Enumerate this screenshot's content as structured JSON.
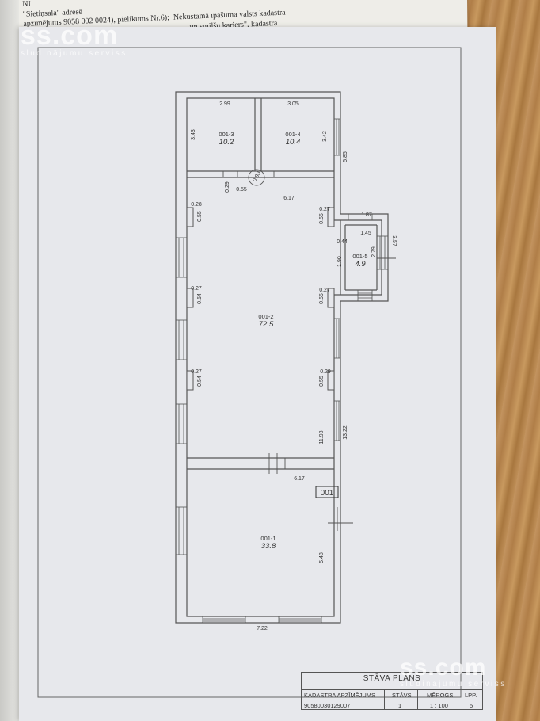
{
  "header_text": [
    "NI",
    "\"Sietiņsala\" adresē",
    "apzīmējums 9058 002 0024), pielikums Nr.6);",
    "Nekustamā īpašuma valsts kadastra",
    "un smilšu karjers\", kadastra"
  ],
  "watermark": {
    "logo": "ss.com",
    "tagline": "sludinājumu serviss"
  },
  "floor_label": "001",
  "rooms": [
    {
      "id": "001-3",
      "area": "10.2"
    },
    {
      "id": "001-4",
      "area": "10.4"
    },
    {
      "id": "001-2",
      "area": "72.5"
    },
    {
      "id": "001-5",
      "area": "4.9"
    },
    {
      "id": "001-1",
      "area": "33.8"
    }
  ],
  "dimensions": {
    "d_299": "2.99",
    "d_305": "3.05",
    "d_343": "3.43",
    "d_342": "3.42",
    "d_585": "5.85",
    "d_029": "0.29",
    "d_055_door": "0.55",
    "d_090": "0.90",
    "d_617_top": "6.17",
    "d_028": "0.28",
    "d_055_l1": "0.55",
    "d_027_r1": "0.27",
    "d_055_r1": "0.55",
    "d_187": "1.87",
    "d_145": "1.45",
    "d_357": "3.57",
    "d_044": "0.44",
    "d_190": "1.90",
    "d_279": "2.79",
    "d_027_l2": "0.27",
    "d_054_l2": "0.54",
    "d_027_r2": "0.27",
    "d_055_r2": "0.55",
    "d_027_l3": "0.27",
    "d_054_l3": "0.54",
    "d_029_r3": "0.29",
    "d_055_r3": "0.55",
    "d_1198": "11.98",
    "d_1322": "13.22",
    "d_617_mid": "6.17",
    "d_548": "5.48",
    "d_722": "7.22"
  },
  "title_block": {
    "title": "STĀVA PLĀNS",
    "col_cadastre": "KADASTRA APZĪMĒJUMS",
    "col_floor": "STĀVS",
    "col_scale": "MĒROGS",
    "col_page": "LPP.",
    "cadastre_value": "90580030129007",
    "floor_value": "1",
    "scale_value": "1 : 100",
    "page_value": "5"
  }
}
